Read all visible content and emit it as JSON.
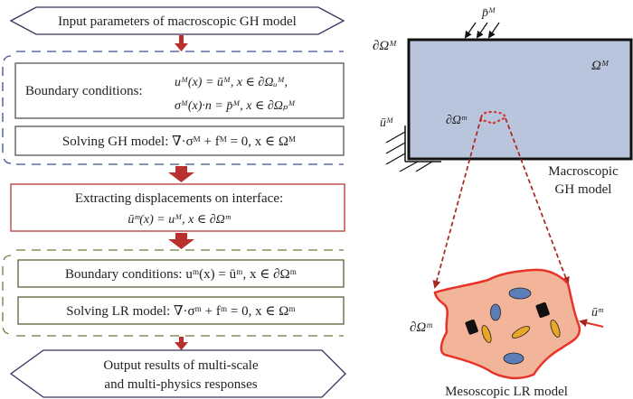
{
  "colors": {
    "arrow": "#b8312f",
    "blue_dash": "#3d4f8f",
    "green_dash": "#6e7a3c",
    "hexagon_stroke": "#3a2f5a",
    "box_stroke": "#555555",
    "red_box_stroke": "#c0504d",
    "macro_fill": "#b9c4dd",
    "meso_fill": "#f2b59a",
    "meso_stroke": "#e8332a",
    "interface_red": "#d62b1f",
    "blue_inclusion": "#5b7db8",
    "yellow_inclusion": "#e8a825"
  },
  "flowchart": {
    "input": "Input parameters of macroscopic GH model",
    "macro_bc_label": "Boundary conditions:",
    "macro_bc_eq1": "uᴹ(x) = ūᴹ, x ∈ ∂Ωᵤᴹ,",
    "macro_bc_eq2": "σᴹ(x)·n = p̄ᴹ, x ∈ ∂Ωₚᴹ",
    "macro_solve": "Solving GH model: ∇·σᴹ + fᴹ = 0, x ∈ Ωᴹ",
    "extract_title": "Extracting displacements on interface:",
    "extract_eq": "ūᵐ(x) = uᴹ, x ∈ ∂Ωᵐ",
    "meso_bc": "Boundary conditions: uᵐ(x) = ūᵐ, x ∈ ∂Ωᵐ",
    "meso_solve": "Solving LR model: ∇·σᵐ + fᵐ = 0, x ∈ Ωᵐ",
    "output_line1": "Output results of multi-scale",
    "output_line2": "and multi-physics responses"
  },
  "macro": {
    "load_label": "p̄ᴹ",
    "boundary_label": "∂Ωᴹ",
    "domain_label": "Ωᴹ",
    "disp_label": "ūᴹ",
    "interface_label": "∂Ωᵐ",
    "caption_line1": "Macroscopic",
    "caption_line2": "GH model"
  },
  "meso": {
    "boundary_label": "∂Ωᵐ",
    "disp_label": "ūᵐ",
    "caption": "Mesoscopic LR model"
  }
}
